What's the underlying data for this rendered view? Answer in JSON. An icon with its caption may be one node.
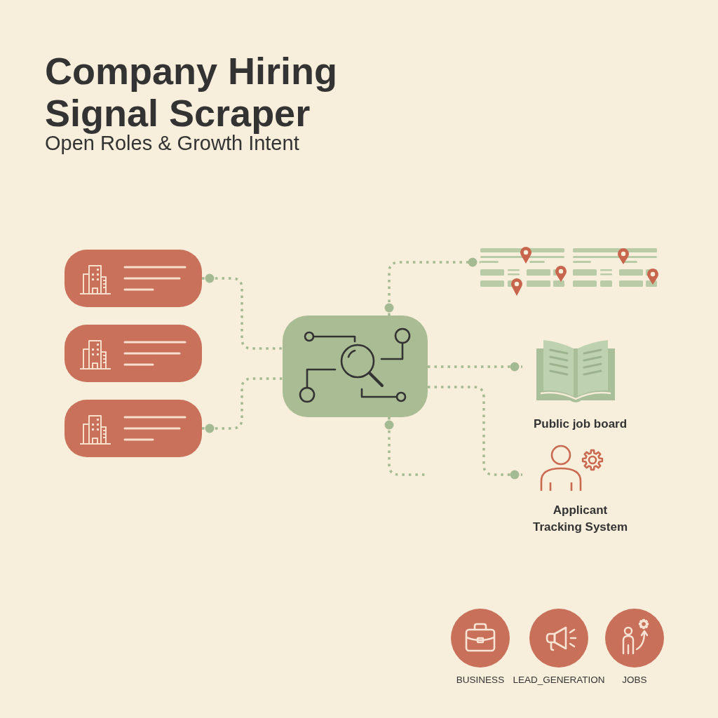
{
  "diagram": {
    "title": "Company Hiring Signal Scraper",
    "nodes": [
      {
        "text": [],
        "shape": "box"
      },
      {
        "text": [],
        "shape": "box"
      },
      {
        "text": [],
        "shape": "box"
      },
      {
        "text": [],
        "shape": "box"
      },
      {
        "text": [],
        "shape": "picture"
      },
      {
        "text": [
          "Public job board"
        ]
      },
      {
        "text": [
          "Applicant Tracking System"
        ]
      },
      {
        "text": [
          "BUSINESS"
        ]
      },
      {
        "text": [
          "LEAD_GENERATION"
        ]
      },
      {
        "text": [
          "JOBS"
        ]
      }
    ],
    "edges": [
      {
        "from": 0,
        "to": 3,
        "arrow": "other",
        "style": "dashed"
      },
      {
        "from": 2,
        "to": 3,
        "arrow": "other",
        "style": "dashed"
      },
      {
        "from": 3,
        "to": 4,
        "arrow": "other",
        "style": "dashed"
      },
      {
        "from": 3,
        "to": 5,
        "arrow": "other",
        "style": "dashed"
      },
      {
        "from": 3,
        "to": 6,
        "arrow": "other",
        "style": "dashed"
      },
      {
        "from": 3,
        "to": null,
        "arrow": "other",
        "style": "dashed"
      }
    ],
    "labels": [
      "Open Roles & Growth Intent"
    ]
  }
}
